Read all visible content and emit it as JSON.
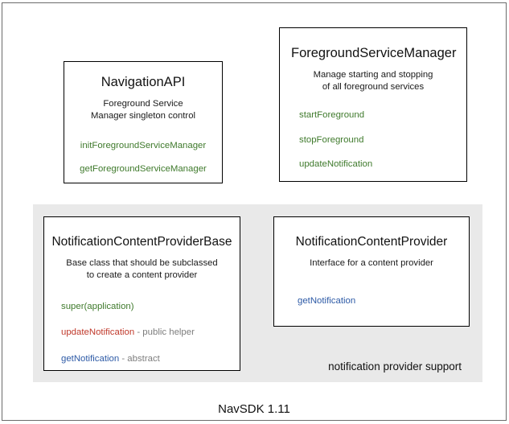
{
  "diagram": {
    "footer_label": "NavSDK 1.11",
    "group_panel": {
      "label": "notification provider support",
      "background_color": "#e9e9e9"
    },
    "colors": {
      "method_green": "#3f7a2c",
      "method_red": "#c0392b",
      "method_blue": "#2d5aa6",
      "note_gray": "#7d7d7d",
      "box_border": "#000000",
      "frame_border": "#6b6b6b",
      "page_background": "#ffffff"
    },
    "boxes": {
      "navigation_api": {
        "title": "NavigationAPI",
        "description_line1": "Foreground Service",
        "description_line2": "Manager singleton control",
        "members": [
          {
            "name": "initForegroundServiceManager",
            "note": ""
          },
          {
            "name": "getForegroundServiceManager",
            "note": ""
          }
        ]
      },
      "foreground_service_manager": {
        "title": "ForegroundServiceManager",
        "description_line1": "Manage starting and stopping",
        "description_line2": "of all foreground services",
        "members": [
          {
            "name": "startForeground",
            "note": ""
          },
          {
            "name": "stopForeground",
            "note": ""
          },
          {
            "name": "updateNotification",
            "note": ""
          }
        ]
      },
      "notification_content_provider_base": {
        "title": "NotificationContentProviderBase",
        "description_line1": "Base class that should be subclassed",
        "description_line2": "to create a content provider",
        "members": [
          {
            "name": "super(application)",
            "note": ""
          },
          {
            "name": "updateNotification",
            "note": " - public helper"
          },
          {
            "name": "getNotification",
            "note": " - abstract"
          }
        ]
      },
      "notification_content_provider": {
        "title": "NotificationContentProvider",
        "description_line1": "Interface for a content provider",
        "description_line2": "",
        "members": [
          {
            "name": "getNotification",
            "note": ""
          }
        ]
      }
    }
  }
}
